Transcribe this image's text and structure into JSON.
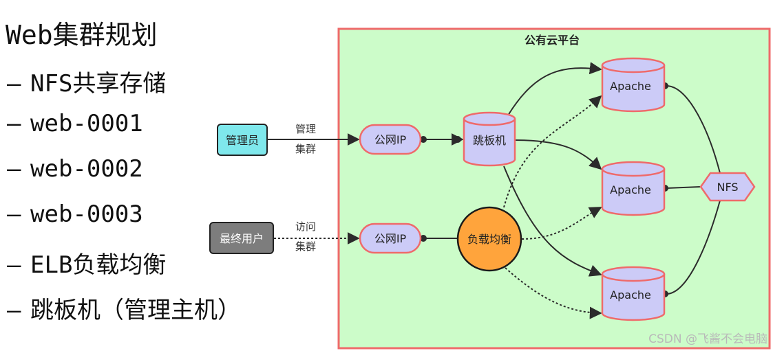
{
  "left_list": {
    "title": "Web集群规划",
    "items": [
      {
        "dash": "–",
        "text": "NFS共享存储"
      },
      {
        "dash": "–",
        "text": "web-0001"
      },
      {
        "dash": "–",
        "text": "web-0002"
      },
      {
        "dash": "–",
        "text": "web-0003"
      },
      {
        "dash": "–",
        "text": "ELB负载均衡"
      },
      {
        "dash": "–",
        "text": "跳板机（管理主机）"
      }
    ]
  },
  "diagram": {
    "cloud_title": "公有云平台",
    "admin_label": "管理员",
    "enduser_label": "最终用户",
    "manage_edge_line1": "管理",
    "manage_edge_line2": "集群",
    "access_edge_line1": "访问",
    "access_edge_line2": "集群",
    "public_ip_top": "公网IP",
    "public_ip_bottom": "公网IP",
    "jump_host": "跳板机",
    "load_balancer": "负载均衡",
    "apache_1": "Apache",
    "apache_2": "Apache",
    "apache_3": "Apache",
    "nfs": "NFS",
    "colors": {
      "cloud_fill": "#ccfcc9",
      "cloud_border": "#ef6a6a",
      "node_fill": "#cccbf7",
      "node_border": "#ef6a6a",
      "admin_fill": "#7fe8ec",
      "enduser_fill": "#7d7d7d",
      "lb_fill": "#ffa43c"
    }
  },
  "watermark": "CSDN @飞酱不会电脑"
}
